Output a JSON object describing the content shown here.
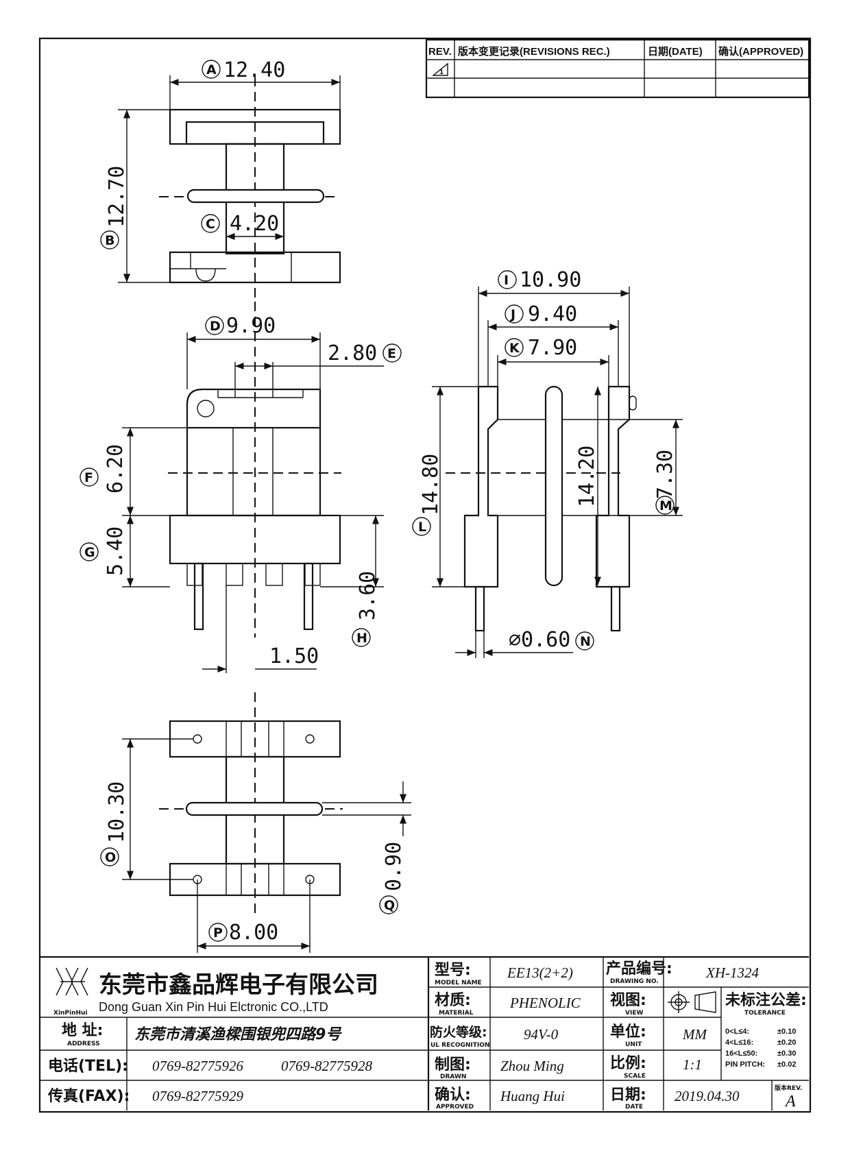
{
  "revisions": {
    "col_rev": "REV.",
    "col_record": "版本变更记录(REVISIONS REC.)",
    "col_date": "日期(DATE)",
    "col_approved": "确认(APPROVED)",
    "first_row_mark": "1"
  },
  "dimensions": {
    "A": {
      "tag": "A",
      "value": "12.40"
    },
    "B": {
      "tag": "B",
      "value": "12.70"
    },
    "C": {
      "tag": "C",
      "value": "4.20"
    },
    "D": {
      "tag": "D",
      "value": "9.90"
    },
    "E": {
      "tag": "E",
      "value": "2.80"
    },
    "F": {
      "tag": "F",
      "value": "6.20"
    },
    "G": {
      "tag": "G",
      "value": "5.40"
    },
    "H": {
      "tag": "H",
      "value": "3.60"
    },
    "pin_offset": {
      "value": "1.50"
    },
    "I": {
      "tag": "I",
      "value": "10.90"
    },
    "J": {
      "tag": "J",
      "value": "9.40"
    },
    "K": {
      "tag": "K",
      "value": "7.90"
    },
    "L": {
      "tag": "L",
      "value": "14.80"
    },
    "inner_height": {
      "value": "14.20"
    },
    "M": {
      "tag": "M",
      "value": "7.30"
    },
    "N": {
      "tag": "N",
      "value": "⌀0.60"
    },
    "O": {
      "tag": "O",
      "value": "10.30"
    },
    "P": {
      "tag": "P",
      "value": "8.00"
    },
    "Q": {
      "tag": "Q",
      "value": "0.90"
    }
  },
  "title_block": {
    "company_cn": "东莞市鑫品辉电子有限公司",
    "company_en": "Dong Guan Xin Pin Hui Elctronic CO.,LTD",
    "logo_text": "XinPinHui",
    "address_label": "地 址:",
    "address_label_en": "ADDRESS",
    "address": "东莞市清溪渔樑围银兜四路9号",
    "tel_label": "电话(TEL):",
    "tel_1": "0769-82775926",
    "tel_2": "0769-82775928",
    "fax_label": "传真(FAX):",
    "fax": "0769-82775929",
    "model_label": "型号:",
    "model_label_en": "MODEL NAME",
    "model": "EE13(2+2)",
    "material_label": "材质:",
    "material_label_en": "MATERIAL",
    "material": "PHENOLIC",
    "fire_label": "防火等级:",
    "fire_label_en": "UL RECOGNITION",
    "fire": "94V-0",
    "drawn_label": "制图:",
    "drawn_label_en": "DRAWN",
    "drawn": "Zhou Ming",
    "approved_label": "确认:",
    "approved_label_en": "APPROVED",
    "approved": "Huang Hui",
    "drawing_no_label": "产品编号:",
    "drawing_no_label_en": "DRAWING NO.",
    "drawing_no": "XH-1324",
    "view_label": "视图:",
    "view_label_en": "VIEW",
    "unit_label": "单位:",
    "unit_label_en": "UNIT",
    "unit": "MM",
    "scale_label": "比例:",
    "scale_label_en": "SCALE",
    "scale": "1:1",
    "date_label": "日期:",
    "date_label_en": "DATE",
    "date": "2019.04.30",
    "tolerance_label": "未标注公差:",
    "tolerance_label_en": "TOLERANCE",
    "tolerances": [
      {
        "range": "0<L≤4:",
        "value": "±0.10"
      },
      {
        "range": "4<L≤16:",
        "value": "±0.20"
      },
      {
        "range": "16<L≤50:",
        "value": "±0.30"
      },
      {
        "range": "PIN PITCH:",
        "value": "±0.02"
      }
    ],
    "rev_label": "版本REV.",
    "rev": "A"
  }
}
